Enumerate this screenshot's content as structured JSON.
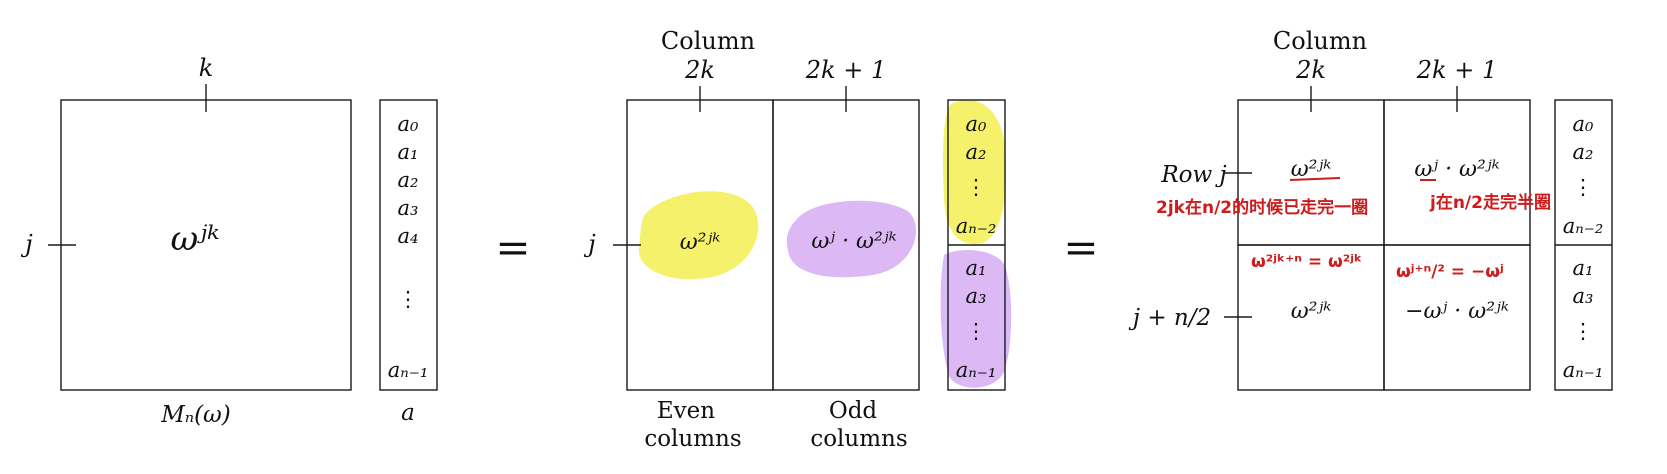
{
  "colors": {
    "highlight_yellow": "#f6f16a",
    "highlight_purple": "#dcb8f5",
    "annotation_red": "#cc1c1c",
    "ink": "#111111"
  },
  "panel1": {
    "col_label": "k",
    "row_label": "j",
    "entry": "ωʲᵏ",
    "matrix_label": "Mₙ(ω)",
    "vector_label": "a",
    "vector": [
      "a₀",
      "a₁",
      "a₂",
      "a₃",
      "a₄",
      "⋮",
      "aₙ₋₁"
    ]
  },
  "equals": [
    "=",
    "="
  ],
  "panel2": {
    "column_heading": "Column",
    "col_even": "2k",
    "col_odd": "2k + 1",
    "row_label": "j",
    "even_entry": "ω²ʲᵏ",
    "odd_entry": "ωʲ · ω²ʲᵏ",
    "even_caption": [
      "Even",
      "columns"
    ],
    "odd_caption": [
      "Odd",
      "columns"
    ],
    "vector_top": [
      "a₀",
      "a₂",
      "⋮",
      "aₙ₋₂"
    ],
    "vector_bottom": [
      "a₁",
      "a₃",
      "⋮",
      "aₙ₋₁"
    ]
  },
  "panel3": {
    "column_heading": "Column",
    "col_even": "2k",
    "col_odd": "2k + 1",
    "row_top": "Row j",
    "row_bottom": "j + n/2",
    "top_left": "ω²ʲᵏ",
    "top_right": "ωʲ · ω²ʲᵏ",
    "bottom_left": "ω²ʲᵏ",
    "bottom_right": "−ωʲ · ω²ʲᵏ",
    "vector_top": [
      "a₀",
      "a₂",
      "⋮",
      "aₙ₋₂"
    ],
    "vector_bottom": [
      "a₁",
      "a₃",
      "⋮",
      "aₙ₋₁"
    ],
    "annotations": {
      "note1": "2jk在n/2的时候已走完一圈",
      "note2": "j在n/2走完半圈",
      "note3": "ω²ʲᵏ⁺ⁿ = ω²ʲᵏ",
      "note4": "ωʲ⁺ⁿ/² = −ωʲ"
    }
  }
}
